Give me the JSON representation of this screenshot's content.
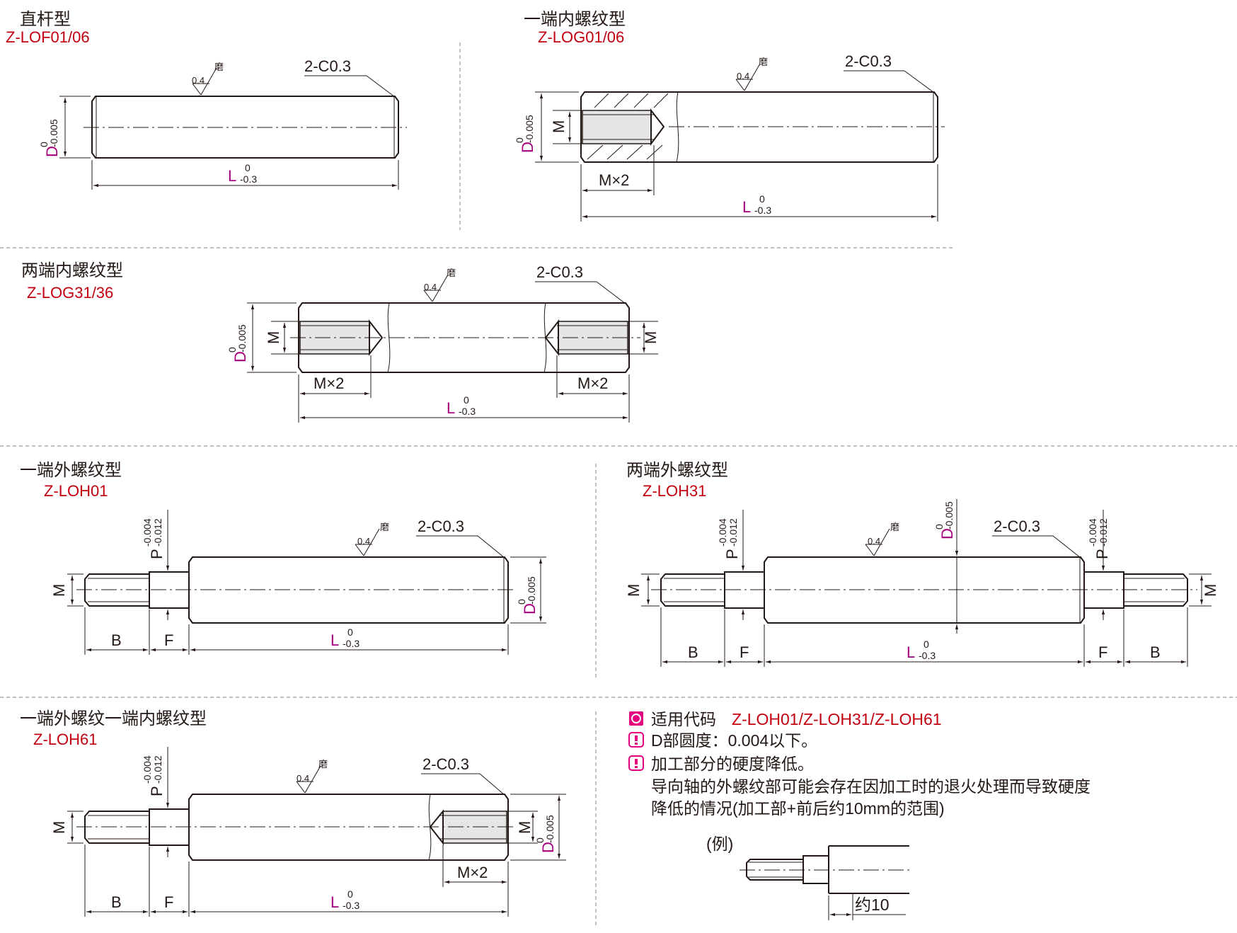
{
  "sections": [
    {
      "id": "straight",
      "title": "直杆型",
      "code": "Z-LOF01/06"
    },
    {
      "id": "one_end_internal",
      "title": "一端内螺纹型",
      "code": "Z-LOG01/06"
    },
    {
      "id": "both_ends_internal",
      "title": "两端内螺纹型",
      "code": "Z-LOG31/36"
    },
    {
      "id": "one_end_external",
      "title": "一端外螺纹型",
      "code": "Z-LOH01"
    },
    {
      "id": "both_ends_external",
      "title": "两端外螺纹型",
      "code": "Z-LOH31"
    },
    {
      "id": "ext_int",
      "title": "一端外螺纹一端内螺纹型",
      "code": "Z-LOH61"
    }
  ],
  "labels": {
    "chamfer": "2-C0.3",
    "grind": "磨",
    "roughness": "0.4",
    "L": "L",
    "L_tol_upper": "0",
    "L_tol_lower": "-0.3",
    "D": "D",
    "D_tol_upper": "0",
    "D_tol_lower": "-0.005",
    "P": "P",
    "P_tol_upper": "-0.004",
    "P_tol_lower": "-0.012",
    "M": "M",
    "Mx2": "M×2",
    "B": "B",
    "F": "F"
  },
  "notes": {
    "applicable_label": "适用代码",
    "applicable_codes": "Z-LOH01/Z-LOH31/Z-LOH61",
    "roundness": "D部圆度：0.004以下。",
    "hardness_title": "加工部分的硬度降低。",
    "hardness_line1": "导向轴的外螺纹部可能会存在因加工时的退火处理而导致硬度",
    "hardness_line2": "降低的情况(加工部+前后约10mm的范围)",
    "example_label": "(例)",
    "example_dim": "约10"
  },
  "colors": {
    "accent_red": "#c3000f",
    "accent_magenta": "#e4007f",
    "line": "#231815"
  }
}
